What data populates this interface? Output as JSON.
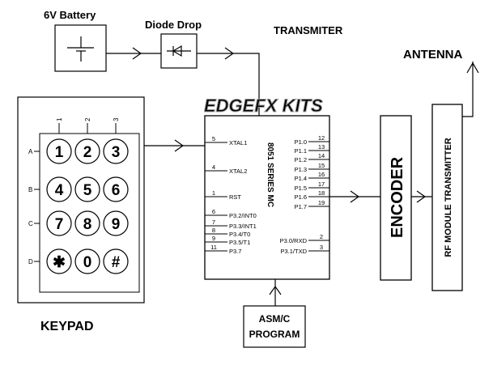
{
  "labels": {
    "battery": "6V Battery",
    "diode": "Diode Drop",
    "transmitter_title": "TRANSMITER",
    "antenna": "ANTENNA",
    "watermark": "EDGEFX KITS",
    "keypad": "KEYPAD",
    "program_line1": "ASM/C",
    "program_line2": "PROGRAM",
    "encoder": "ENCODER",
    "rf_module": "RF MODULE TRANSMITTER",
    "mc_title": "8051 SERIES MC"
  },
  "keypad": {
    "cols": [
      "1",
      "2",
      "3"
    ],
    "rows": [
      "A",
      "B",
      "C",
      "D"
    ],
    "keys": [
      "1",
      "2",
      "3",
      "4",
      "5",
      "6",
      "7",
      "8",
      "9",
      "✱",
      "0",
      "#"
    ]
  },
  "mc": {
    "left_pins": [
      {
        "num": "5",
        "name": "XTAL1"
      },
      {
        "num": "4",
        "name": "XTAL2"
      },
      {
        "num": "1",
        "name": "RST"
      },
      {
        "num": "6",
        "name": "P3.2/INT0"
      },
      {
        "num": "7",
        "name": "P3.3/INT1"
      },
      {
        "num": "8",
        "name": "P3.4/T0"
      },
      {
        "num": "9",
        "name": "P3.5/T1"
      },
      {
        "num": "11",
        "name": "P3.7"
      }
    ],
    "right_pins": [
      {
        "num": "12",
        "name": "P1.0"
      },
      {
        "num": "13",
        "name": "P1.1"
      },
      {
        "num": "14",
        "name": "P1.2"
      },
      {
        "num": "15",
        "name": "P1.3"
      },
      {
        "num": "16",
        "name": "P1.4"
      },
      {
        "num": "17",
        "name": "P1.5"
      },
      {
        "num": "18",
        "name": "P1.6"
      },
      {
        "num": "19",
        "name": "P1.7"
      },
      {
        "num": "2",
        "name": "P3.0/RXD"
      },
      {
        "num": "3",
        "name": "P3.1/TXD"
      }
    ]
  }
}
